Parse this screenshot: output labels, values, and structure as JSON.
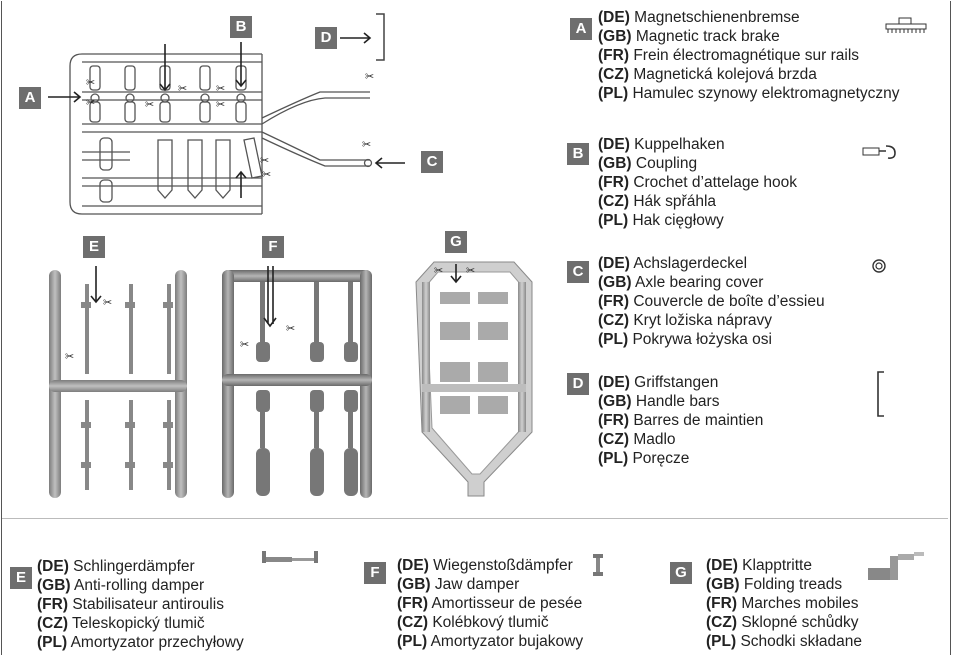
{
  "legend": {
    "A": {
      "letter": "A",
      "lines": [
        [
          "(DE)",
          "Magnetschienenbremse"
        ],
        [
          "(GB)",
          "Magnetic track brake"
        ],
        [
          "(FR)",
          "Frein électromagnétique sur rails"
        ],
        [
          "(CZ)",
          "Magnetická kolejová brzda"
        ],
        [
          "(PL)",
          "Hamulec szynowy elektromagnetyczny"
        ]
      ],
      "icon": "magnetic-track-brake-icon"
    },
    "B": {
      "letter": "B",
      "lines": [
        [
          "(DE)",
          "Kuppelhaken"
        ],
        [
          "(GB)",
          "Coupling"
        ],
        [
          "(FR)",
          "Crochet d’attelage hook"
        ],
        [
          "(CZ)",
          "Hák spřáhla"
        ],
        [
          "(PL)",
          "Hak cięgłowy"
        ]
      ],
      "icon": "coupling-hook-icon"
    },
    "C": {
      "letter": "C",
      "lines": [
        [
          "(DE)",
          "Achslagerdeckel"
        ],
        [
          "(GB)",
          "Axle bearing cover"
        ],
        [
          "(FR)",
          "Couvercle de boîte d’essieu"
        ],
        [
          "(CZ)",
          "Kryt ložiska nápravy"
        ],
        [
          "(PL)",
          "Pokrywa łożyska osi"
        ]
      ],
      "icon": "axle-cover-icon"
    },
    "D": {
      "letter": "D",
      "lines": [
        [
          "(DE)",
          "Griffstangen"
        ],
        [
          "(GB)",
          "Handle bars"
        ],
        [
          "(FR)",
          "Barres de maintien"
        ],
        [
          "(CZ)",
          "Madlo"
        ],
        [
          "(PL)",
          "Poręcze"
        ]
      ],
      "icon": "handle-bar-icon"
    },
    "E": {
      "letter": "E",
      "lines": [
        [
          "(DE)",
          "Schlingerdämpfer"
        ],
        [
          "(GB)",
          "Anti-rolling damper"
        ],
        [
          "(FR)",
          "Stabilisateur antiroulis"
        ],
        [
          "(CZ)",
          "Teleskopický tlumič"
        ],
        [
          "(PL)",
          "Amortyzator przechyłowy"
        ]
      ],
      "icon": "anti-rolling-damper-icon"
    },
    "F": {
      "letter": "F",
      "lines": [
        [
          "(DE)",
          "Wiegenstoßdämpfer"
        ],
        [
          "(GB)",
          "Jaw damper"
        ],
        [
          "(FR)",
          "Amortisseur de pesée"
        ],
        [
          "(CZ)",
          "Kolébkový tlumič"
        ],
        [
          "(PL)",
          "Amortyzator bujakowy"
        ]
      ],
      "icon": "jaw-damper-icon"
    },
    "G": {
      "letter": "G",
      "lines": [
        [
          "(DE)",
          "Klapptritte"
        ],
        [
          "(GB)",
          "Folding treads"
        ],
        [
          "(FR)",
          "Marches mobiles"
        ],
        [
          "(CZ)",
          "Sklopné schůdky"
        ],
        [
          "(PL)",
          "Schodki składane"
        ]
      ],
      "icon": "folding-treads-icon"
    }
  },
  "diagram_labels": {
    "A": "A",
    "B": "B",
    "C": "C",
    "D": "D",
    "E": "E",
    "F": "F",
    "G": "G"
  },
  "colors": {
    "badge": "#6e6e6e",
    "sprue": "#9a9a9a",
    "sprue_dark": "#6f6f6f",
    "text": "#222222"
  }
}
